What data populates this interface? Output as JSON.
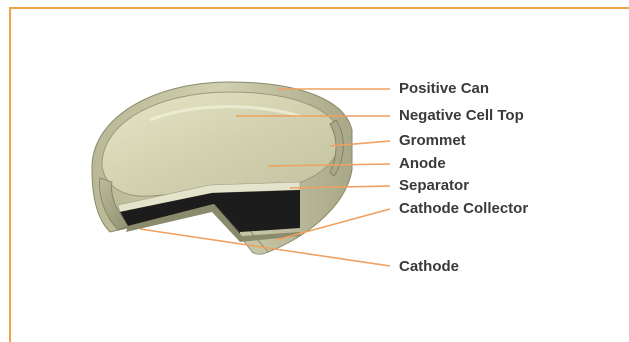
{
  "colors": {
    "frame": "#f2a24a",
    "leader": "#f0a060",
    "text": "#3a3a3a",
    "cathode": "#1c1c1c",
    "can_light": "#dcdcbc",
    "can_dark": "#9a9a78"
  },
  "labels": {
    "positive_can": "Positive Can",
    "negative_cell_top": "Negative Cell Top",
    "grommet": "Grommet",
    "anode": "Anode",
    "separator": "Separator",
    "cathode_collector": "Cathode Collector",
    "cathode": "Cathode"
  }
}
